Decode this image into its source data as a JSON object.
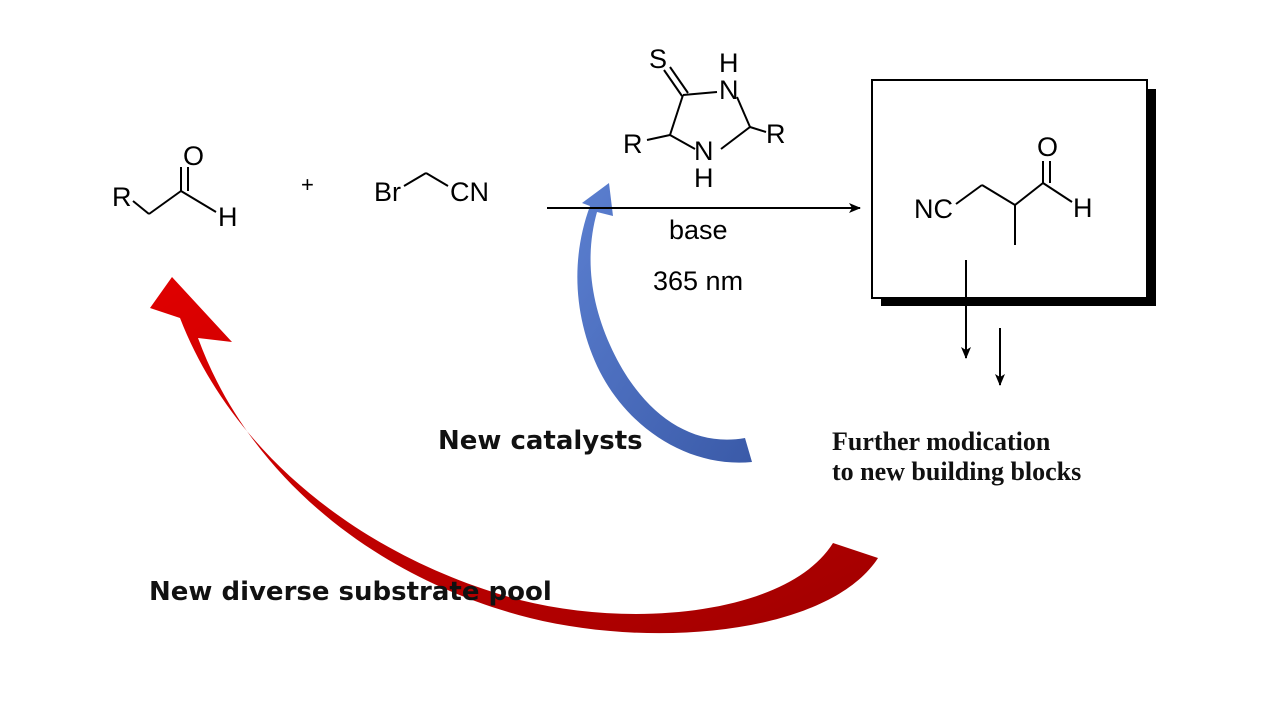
{
  "reactants": {
    "aldehyde": {
      "r_label": "R",
      "o_label": "O",
      "h_label": "H"
    },
    "plus": "+",
    "bromoacetonitrile": {
      "br_label": "Br",
      "cn_label": "CN"
    }
  },
  "catalyst": {
    "s_label": "S",
    "nh_top_h": "H",
    "nh_top_n": "N",
    "nh_bottom_n": "N",
    "nh_bottom_h": "H",
    "r_left": "R",
    "r_right": "R"
  },
  "conditions": {
    "base": "base",
    "light": "365 nm"
  },
  "product": {
    "nc_label": "NC",
    "o_label": "O",
    "h_label": "H"
  },
  "captions": {
    "new_catalysts": "New catalysts",
    "further_line1": "Further modication",
    "further_line2": "to new building blocks",
    "substrate_pool": "New diverse substrate pool"
  },
  "colors": {
    "red_arrow": "#d20000",
    "red_arrow_dark": "#9a0000",
    "blue_arrow": "#4a6fc4",
    "blue_arrow_dark": "#2f4f9a",
    "box_shadow": "#000000"
  }
}
